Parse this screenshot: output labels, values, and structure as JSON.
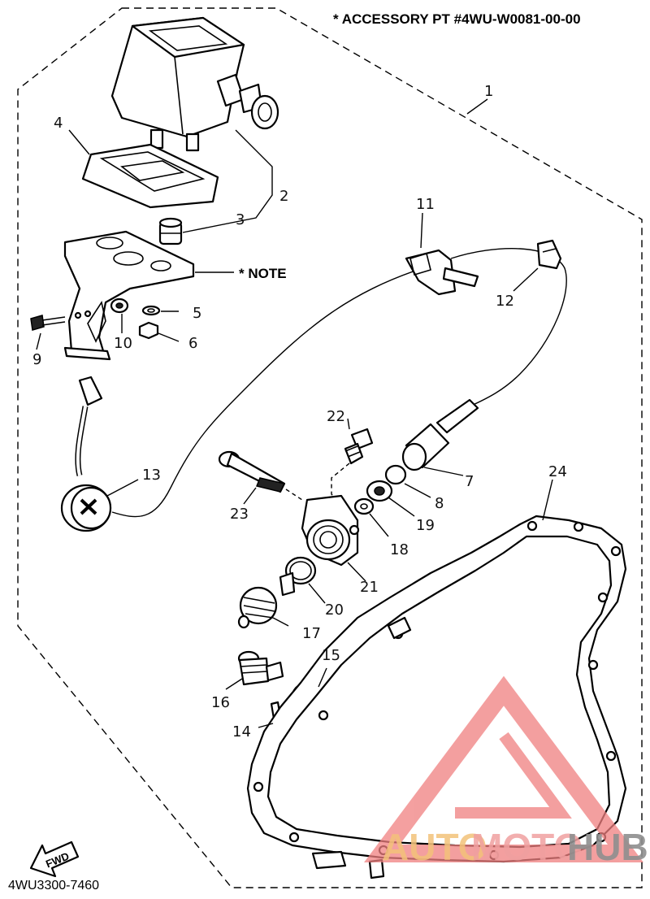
{
  "header": {
    "accessory_note": "* ACCESSORY PT #4WU-W0081-00-00"
  },
  "note_label": "* NOTE",
  "footer": {
    "drawing_code": "4WU3300-7460",
    "fwd_label": "FWD"
  },
  "callouts": [
    "1",
    "2",
    "3",
    "4",
    "5",
    "6",
    "7",
    "8",
    "9",
    "10",
    "11",
    "12",
    "13",
    "14",
    "15",
    "16",
    "17",
    "18",
    "19",
    "20",
    "21",
    "22",
    "23",
    "24"
  ],
  "watermark": {
    "part1": "AUTO",
    "part2": "MOTO",
    "part3": "HUB",
    "colors": {
      "auto": "#f3c27a",
      "moto": "#f0a0a0",
      "hub": "#8f8f8f",
      "logo": "#f08080"
    }
  }
}
